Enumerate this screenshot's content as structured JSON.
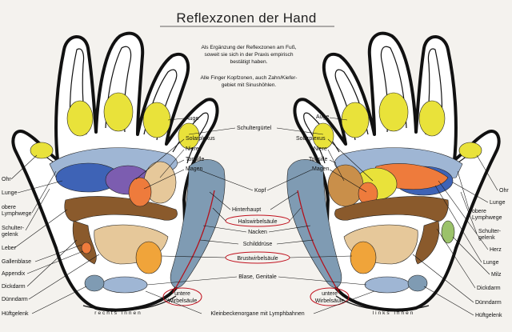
{
  "title": "Reflexzonen der Hand",
  "notes": {
    "line1": "Als Ergänzung der Reflexzonen am Fuß,",
    "line2": "soweit sie sich in der Praxis empirisch",
    "line3": "bestätigt haben.",
    "line4": "Alle Finger Kopfzonen, auch Zahn/Kiefer-",
    "line5": "gebiet mit Sinushöhlen."
  },
  "center_labels": {
    "auge": "Auge",
    "schultergurtel": "Schultergürtel",
    "solarplexus": "Solarplexus",
    "niere": "Niere",
    "tonsille": "Tonsille",
    "magen": "Magen",
    "kopf": "Kopf",
    "hinterhaupt": "Hinterhaupt",
    "halswirbelsaule": "Halswirbelsäule",
    "nacken": "Nacken",
    "schilddruse": "Schilddrüse",
    "brustwirbelsaule": "Brustwirbelsäule",
    "blase_genitale": "Blase, Genitale",
    "untere_wirbelsaule_line1": "untere",
    "untere_wirbelsaule_line2": "Wirbelsäule",
    "kleinbecken": "Kleinbeckenorgane mit Lymphbahnen"
  },
  "left_labels": {
    "ohr": "Ohr",
    "lunge": "Lunge",
    "obere_line1": "obere",
    "obere_line2": "Lymphwege",
    "schulter_line1": "Schulter-",
    "schulter_line2": "gelenk",
    "leber": "Leber",
    "gallenblase": "Gallenblase",
    "appendix": "Appendix",
    "dickdarm": "Dickdarm",
    "dunndarm": "Dünndarm",
    "huftgelenk": "Hüftgelenk"
  },
  "right_labels": {
    "ohr": "Ohr",
    "lunge": "Lunge",
    "obere_line1": "obere",
    "obere_line2": "Lymphwege",
    "schulter_line1": "Schulter-",
    "schulter_line2": "gelenk",
    "herz": "Herz",
    "lunge2": "Lunge",
    "milz": "Milz",
    "dickdarm": "Dickdarm",
    "dunndarm": "Dünndarm",
    "huftgelenk": "Hüftgelenk"
  },
  "hand_labels": {
    "left": "rechts innen",
    "right": "links innen"
  },
  "colors": {
    "yellow": "#e9e23a",
    "blue": "#3e63b6",
    "lightblue": "#9fb6d4",
    "purple": "#7c5db0",
    "orange": "#ee7b3c",
    "brown": "#8a5a2c",
    "tan": "#e6c89a",
    "grayblue": "#7f9bb3",
    "green": "#9bc26a"
  }
}
